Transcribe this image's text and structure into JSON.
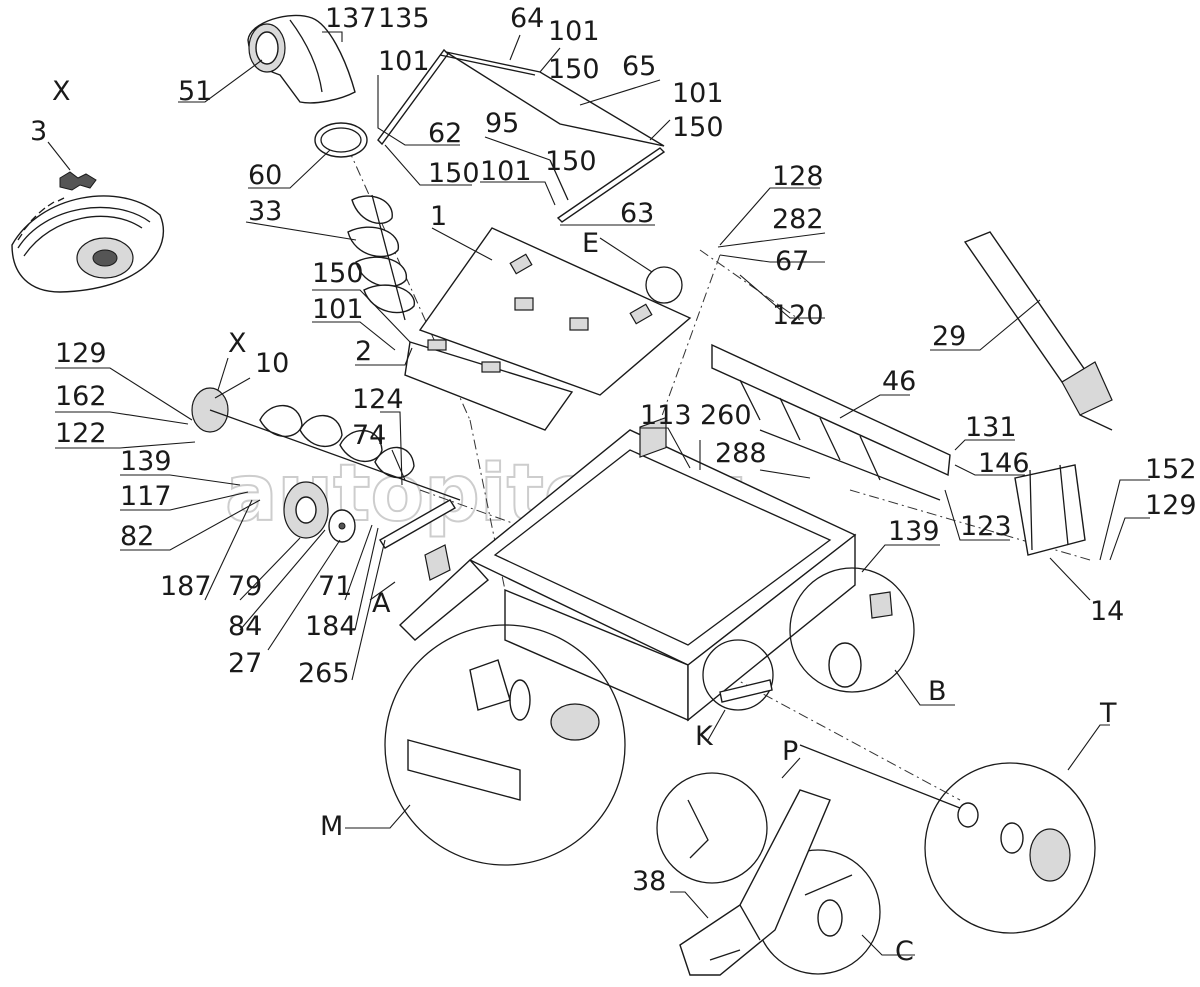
{
  "diagram": {
    "watermark": "autopiter.ru",
    "labels": {
      "l137": "137",
      "l135": "135",
      "l64": "64",
      "l101a": "101",
      "l150a": "150",
      "l65": "65",
      "l101b": "101",
      "l150b": "150",
      "X1": "X",
      "l51": "51",
      "l3": "3",
      "l101c": "101",
      "l62": "62",
      "l150c": "150",
      "l95": "95",
      "l60": "60",
      "l101d": "101",
      "l150d": "150",
      "l33": "33",
      "l63": "63",
      "l128": "128",
      "l282": "282",
      "l1": "1",
      "lE": "E",
      "l67": "67",
      "l150e": "150",
      "l120": "120",
      "l101e": "101",
      "l2": "2",
      "X2": "X",
      "l129a": "129",
      "l10": "10",
      "l162": "162",
      "l122": "122",
      "l29": "29",
      "l46": "46",
      "l124": "124",
      "l74": "74",
      "l113": "113",
      "l260": "260",
      "l288": "288",
      "l131": "131",
      "l146": "146",
      "l139a": "139",
      "l117": "117",
      "l82": "82",
      "l152": "152",
      "l129b": "129",
      "l123": "123",
      "l139b": "139",
      "l187": "187",
      "l79": "79",
      "l71": "71",
      "lA": "A",
      "l14": "14",
      "l84": "84",
      "l184": "184",
      "l27": "27",
      "l265": "265",
      "lB": "B",
      "lK": "K",
      "lT": "T",
      "lP": "P",
      "lM": "M",
      "l38": "38",
      "lC": "C"
    }
  }
}
